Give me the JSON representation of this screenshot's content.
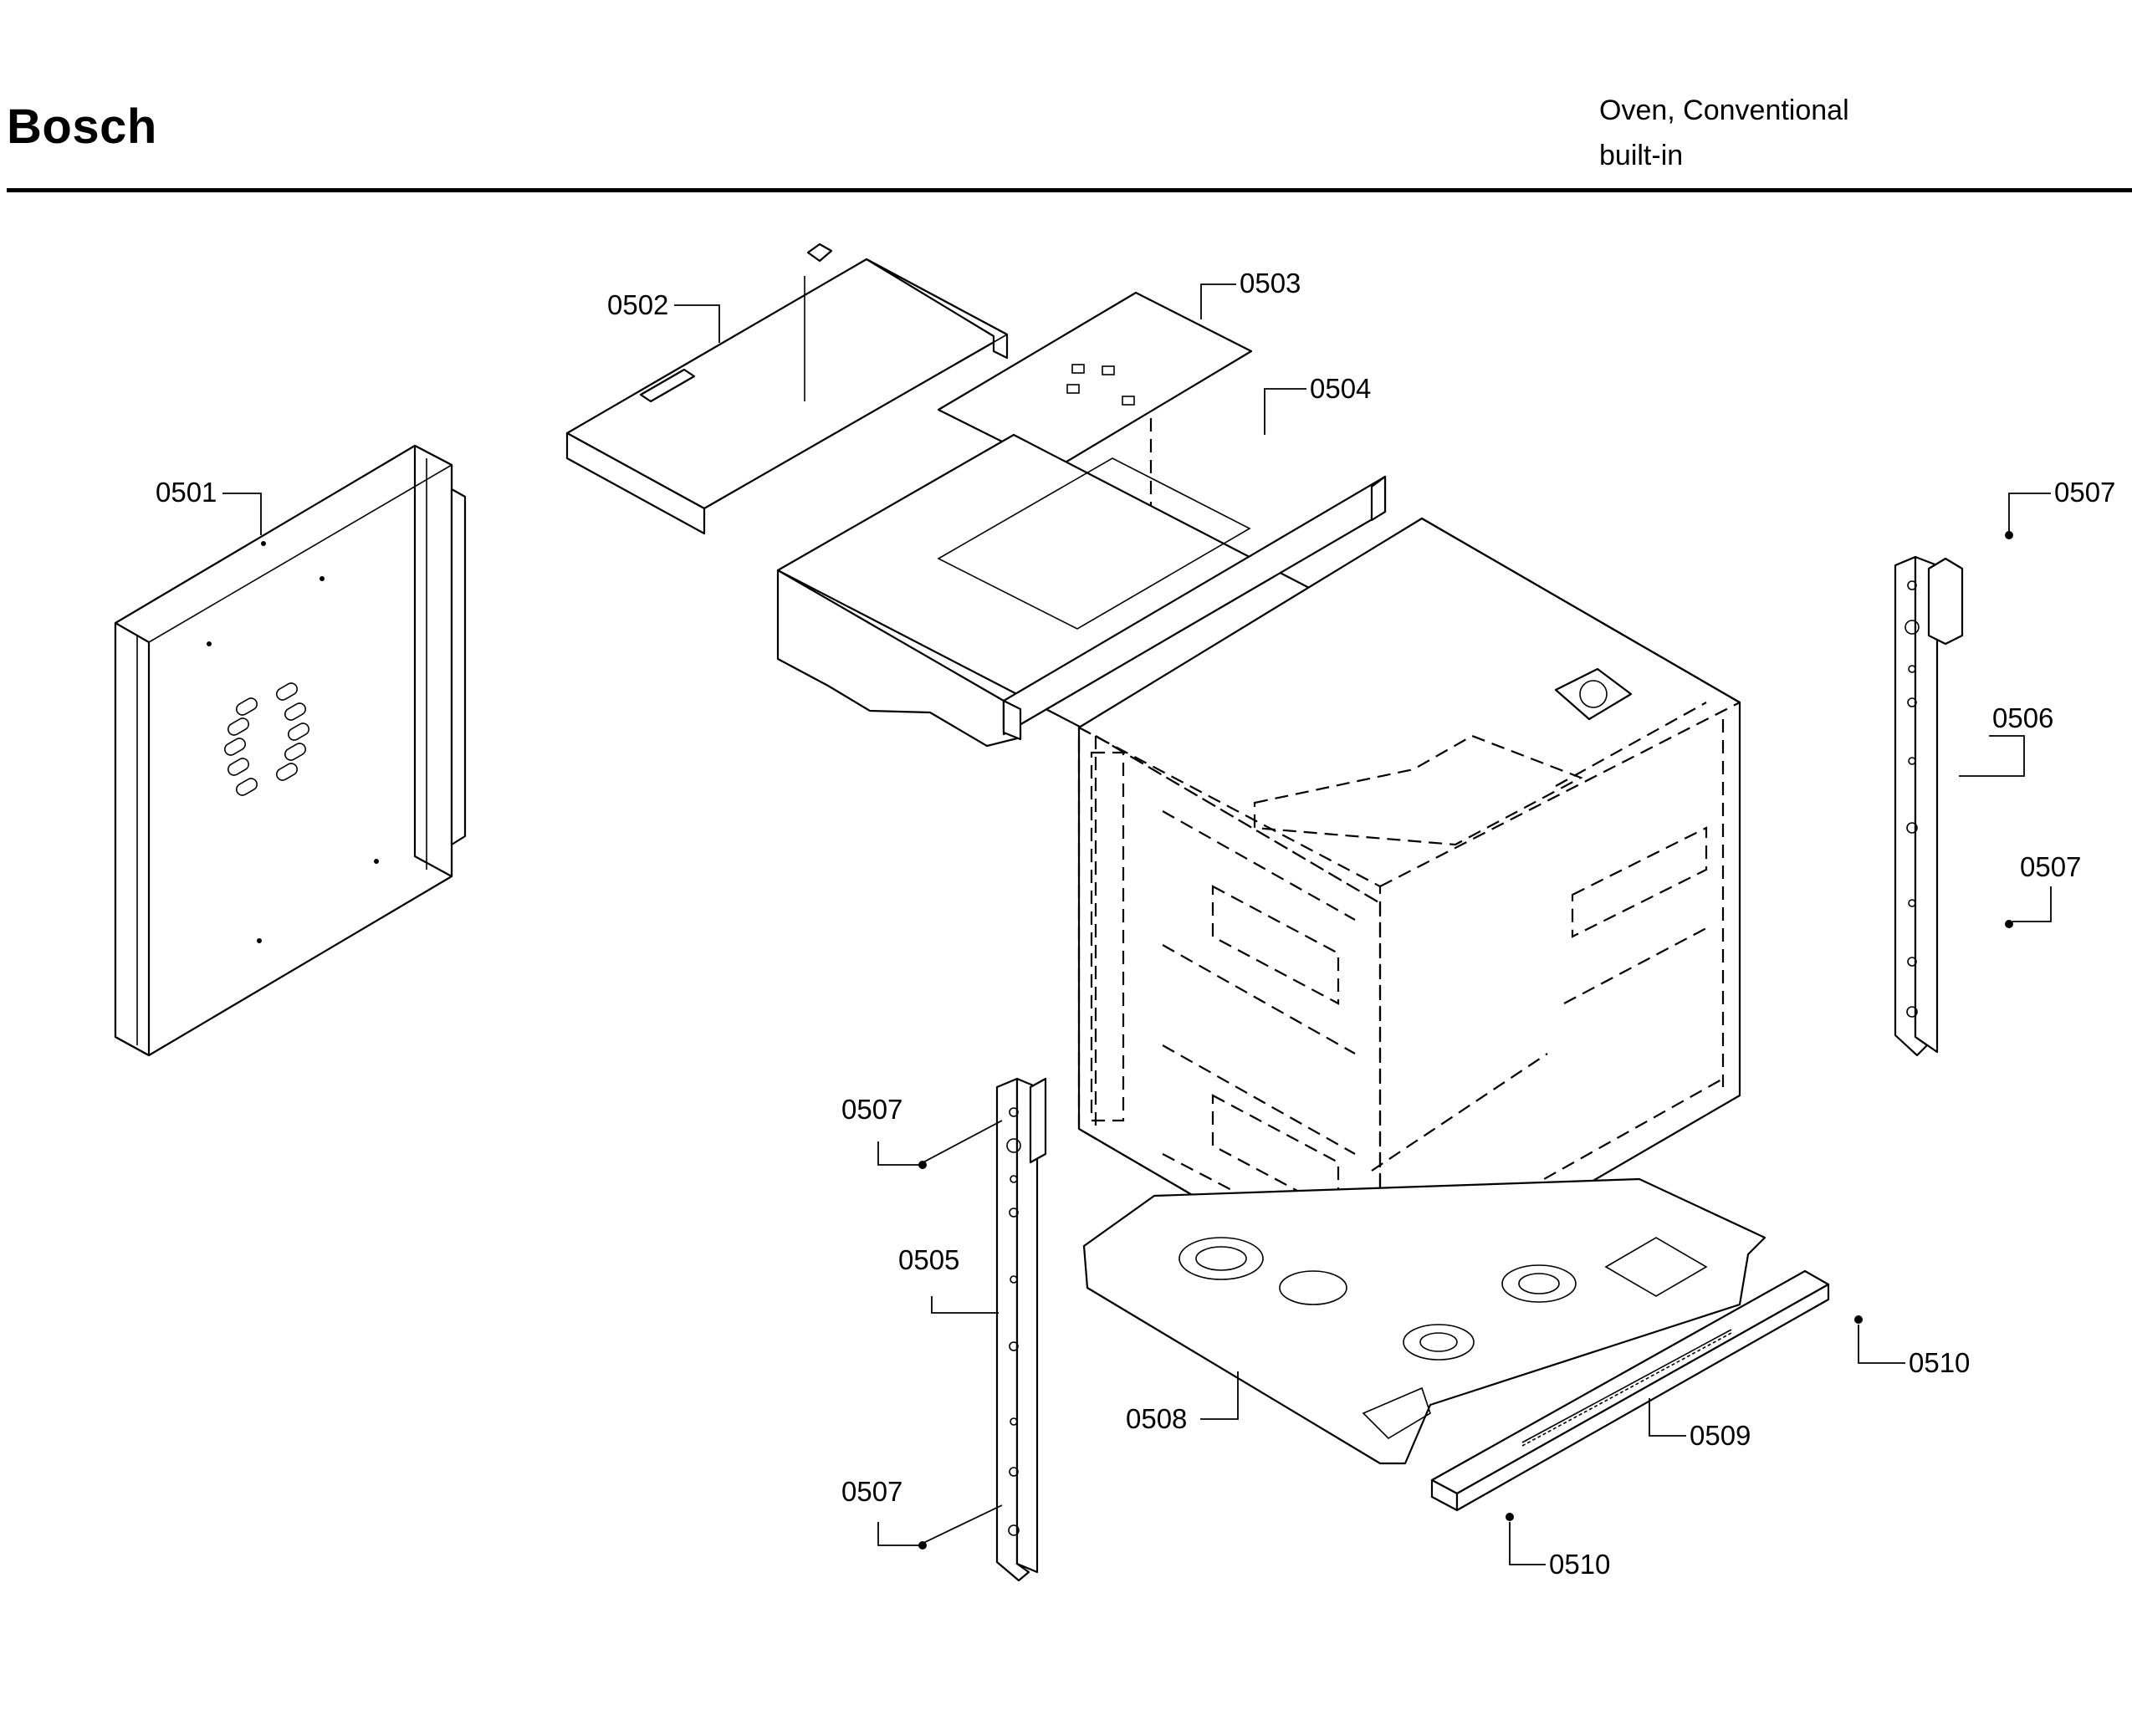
{
  "header": {
    "brand": "Bosch",
    "product_line1": "Oven, Conventional",
    "product_line2": "built-in"
  },
  "callouts": {
    "c0501": "0501",
    "c0502": "0502",
    "c0503": "0503",
    "c0504": "0504",
    "c0505": "0505",
    "c0506": "0506",
    "c0507a": "0507",
    "c0507b": "0507",
    "c0507c": "0507",
    "c0507d": "0507",
    "c0508": "0508",
    "c0509": "0509",
    "c0510a": "0510",
    "c0510b": "0510"
  }
}
